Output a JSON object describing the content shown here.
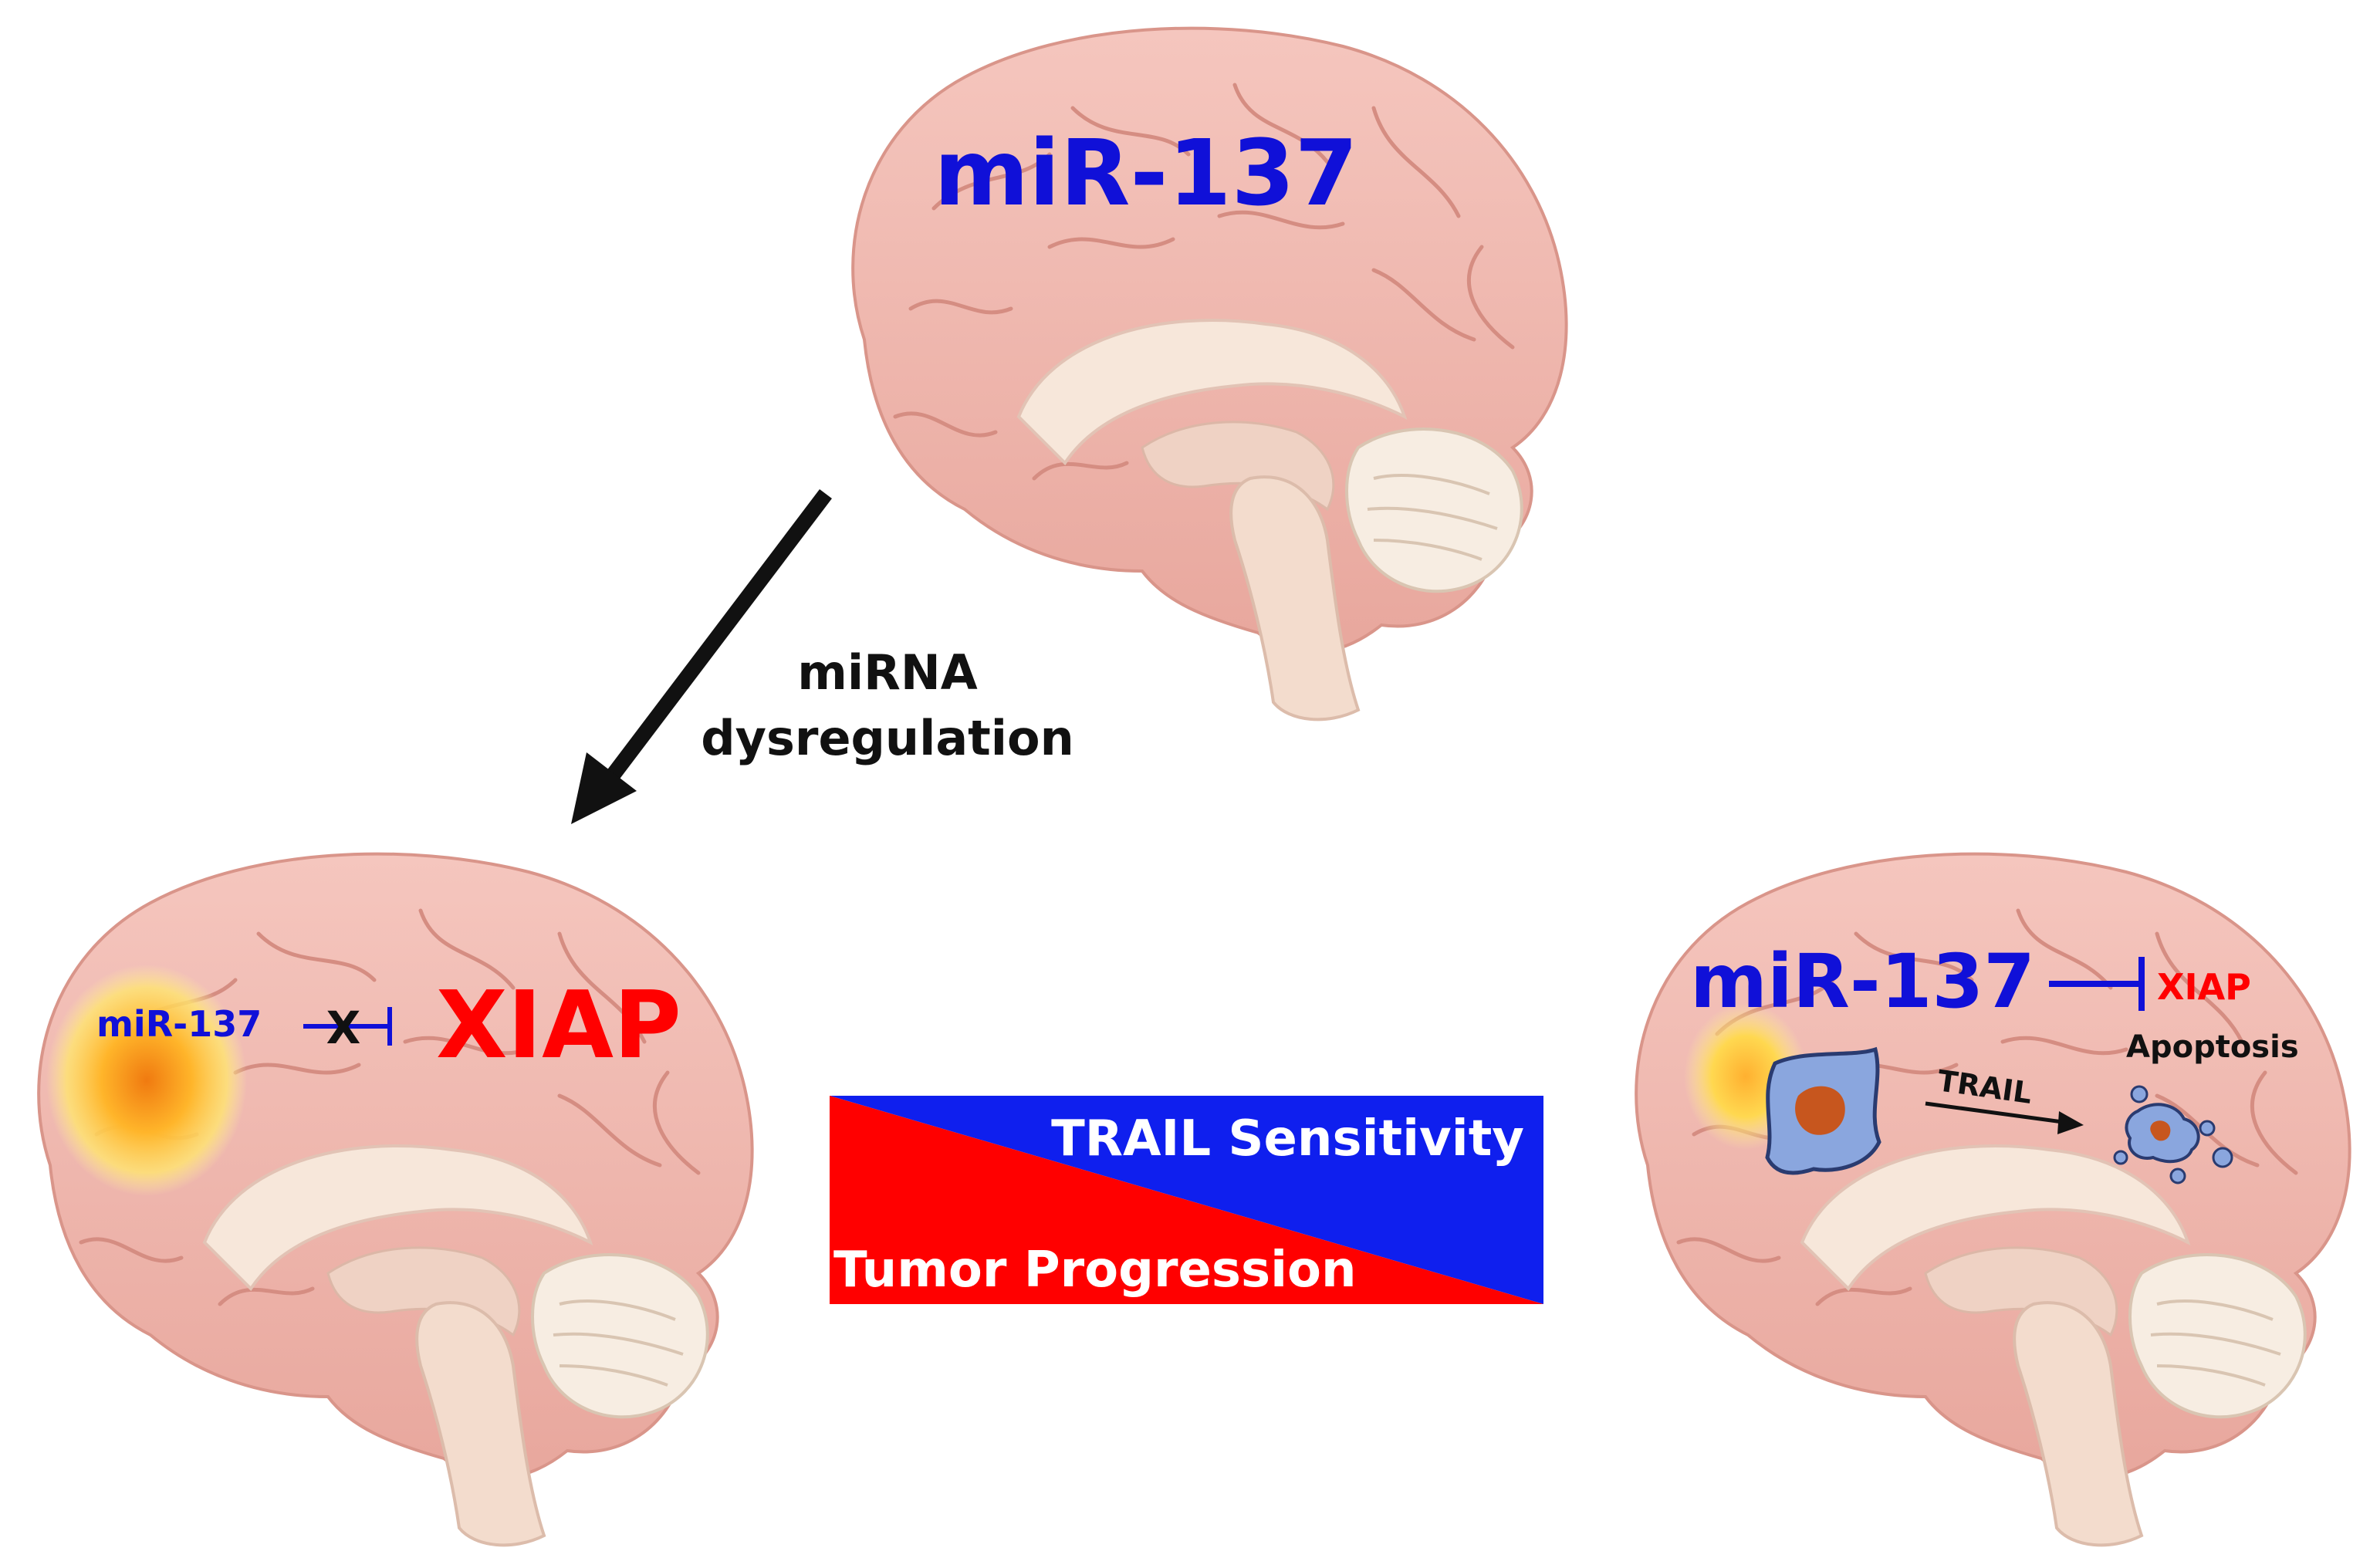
{
  "top_brain": {
    "label": "miR-137"
  },
  "transition": {
    "line1": "miRNA",
    "line2": "dysregulation"
  },
  "left_brain": {
    "mirna_label": "miR-137",
    "block_mark": "X",
    "target_label": "XIAP"
  },
  "right_brain": {
    "mirna_label": "miR-137",
    "target_label": "XIAP",
    "trail_label": "TRAIL",
    "apoptosis_label": "Apoptosis"
  },
  "balance": {
    "top_label": "TRAIL Sensitivity",
    "bottom_label": "Tumor Progression"
  },
  "colors": {
    "blue": "#1010d8",
    "red": "#ff0000",
    "brain": "#f2b7ae",
    "brain_core": "#f7e7da",
    "tumor_glow": "#ffd23f"
  }
}
